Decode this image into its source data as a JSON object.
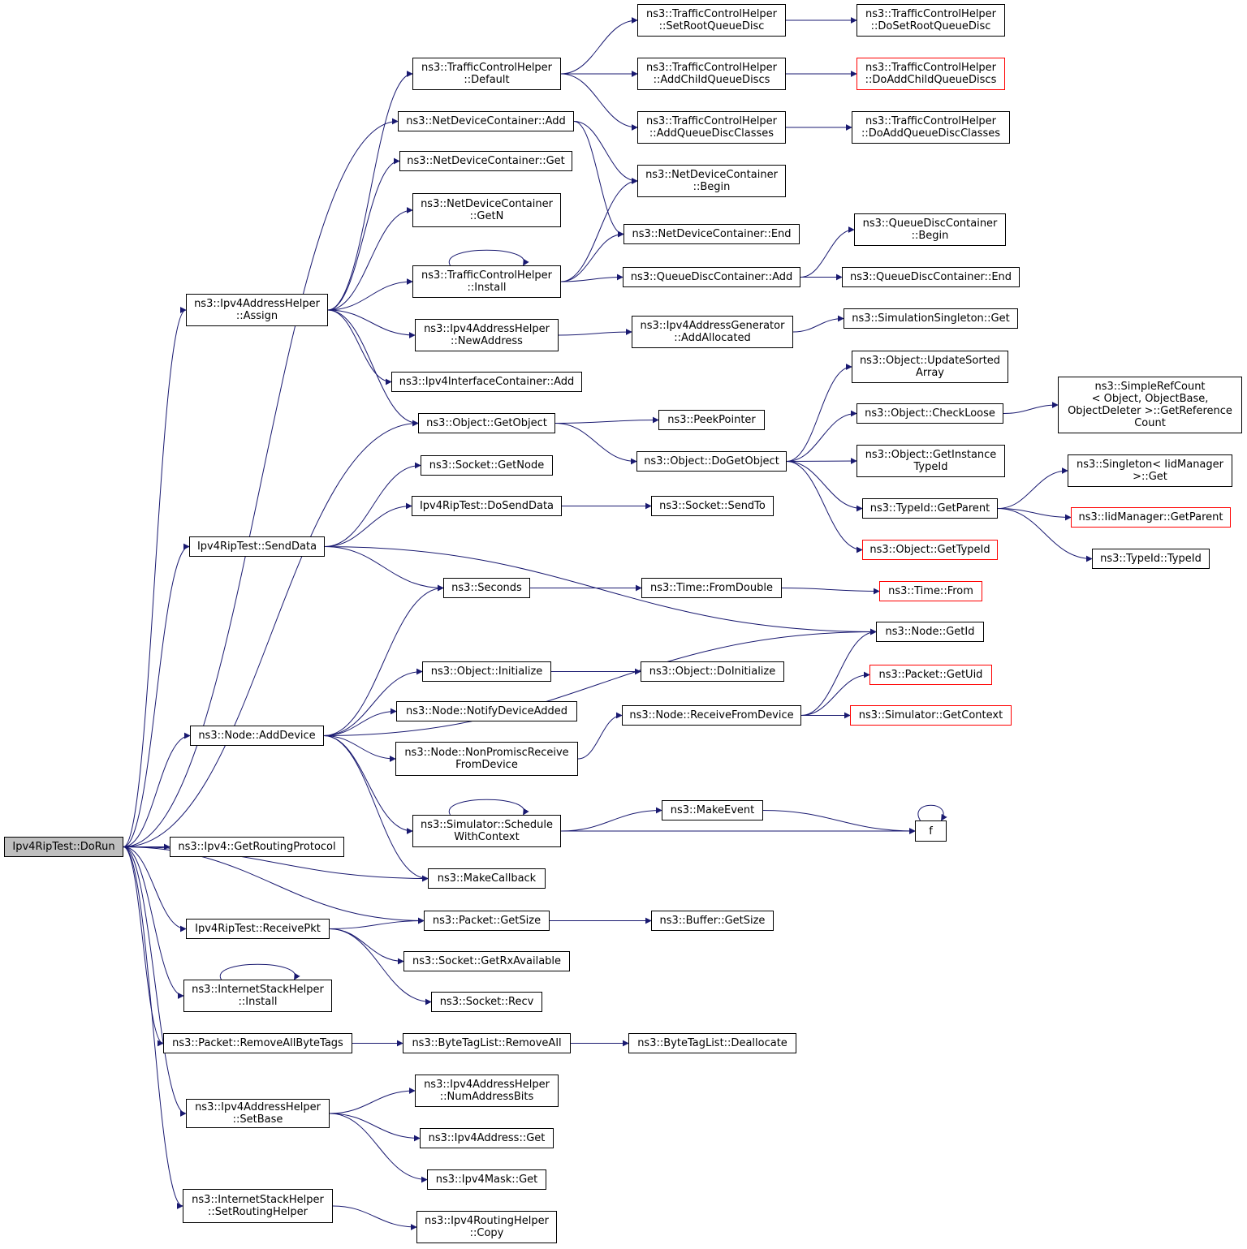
{
  "colors": {
    "edge": "#191970",
    "border": "#000000",
    "truncated_border": "#ff0000",
    "root_fill": "#bfbfbf",
    "node_fill": "#ffffff"
  },
  "nodes": [
    {
      "id": "dorun",
      "lines": [
        "Ipv4RipTest::DoRun"
      ],
      "root": true
    },
    {
      "id": "assign",
      "lines": [
        "ns3::Ipv4AddressHelper",
        "::Assign"
      ]
    },
    {
      "id": "senddata",
      "lines": [
        "Ipv4RipTest::SendData"
      ]
    },
    {
      "id": "adddevice",
      "lines": [
        "ns3::Node::AddDevice"
      ]
    },
    {
      "id": "getrouting",
      "lines": [
        "ns3::Ipv4::GetRoutingProtocol"
      ]
    },
    {
      "id": "makecallback",
      "lines": [
        "ns3::MakeCallback"
      ]
    },
    {
      "id": "receivepkt",
      "lines": [
        "Ipv4RipTest::ReceivePkt"
      ]
    },
    {
      "id": "ishinstall",
      "lines": [
        "ns3::InternetStackHelper",
        "::Install"
      ]
    },
    {
      "id": "removetags",
      "lines": [
        "ns3::Packet::RemoveAllByteTags"
      ]
    },
    {
      "id": "setbase",
      "lines": [
        "ns3::Ipv4AddressHelper",
        "::SetBase"
      ]
    },
    {
      "id": "setrouting",
      "lines": [
        "ns3::InternetStackHelper",
        "::SetRoutingHelper"
      ]
    },
    {
      "id": "tchdefault",
      "lines": [
        "ns3::TrafficControlHelper",
        "::Default"
      ]
    },
    {
      "id": "ndcadd",
      "lines": [
        "ns3::NetDeviceContainer::Add"
      ]
    },
    {
      "id": "ndcget",
      "lines": [
        "ns3::NetDeviceContainer::Get"
      ]
    },
    {
      "id": "ndcgetn",
      "lines": [
        "ns3::NetDeviceContainer",
        "::GetN"
      ]
    },
    {
      "id": "tchinstall",
      "lines": [
        "ns3::TrafficControlHelper",
        "::Install"
      ]
    },
    {
      "id": "newaddress",
      "lines": [
        "ns3::Ipv4AddressHelper",
        "::NewAddress"
      ]
    },
    {
      "id": "iicadd",
      "lines": [
        "ns3::Ipv4InterfaceContainer::Add"
      ]
    },
    {
      "id": "getobject",
      "lines": [
        "ns3::Object::GetObject"
      ]
    },
    {
      "id": "getnode",
      "lines": [
        "ns3::Socket::GetNode"
      ]
    },
    {
      "id": "dosenddata",
      "lines": [
        "Ipv4RipTest::DoSendData"
      ]
    },
    {
      "id": "seconds",
      "lines": [
        "ns3::Seconds"
      ]
    },
    {
      "id": "initialize",
      "lines": [
        "ns3::Object::Initialize"
      ]
    },
    {
      "id": "notifydevice",
      "lines": [
        "ns3::Node::NotifyDeviceAdded"
      ]
    },
    {
      "id": "nonpromisc",
      "lines": [
        "ns3::Node::NonPromiscReceive",
        "FromDevice"
      ]
    },
    {
      "id": "schedulectx",
      "lines": [
        "ns3::Simulator::Schedule",
        "WithContext"
      ]
    },
    {
      "id": "pktgetsize",
      "lines": [
        "ns3::Packet::GetSize"
      ]
    },
    {
      "id": "rxavail",
      "lines": [
        "ns3::Socket::GetRxAvailable"
      ]
    },
    {
      "id": "recv",
      "lines": [
        "ns3::Socket::Recv"
      ]
    },
    {
      "id": "btlremoveall",
      "lines": [
        "ns3::ByteTagList::RemoveAll"
      ]
    },
    {
      "id": "numaddrbits",
      "lines": [
        "ns3::Ipv4AddressHelper",
        "::NumAddressBits"
      ]
    },
    {
      "id": "ipv4addrget",
      "lines": [
        "ns3::Ipv4Address::Get"
      ]
    },
    {
      "id": "ipv4maskget",
      "lines": [
        "ns3::Ipv4Mask::Get"
      ]
    },
    {
      "id": "routingcopy",
      "lines": [
        "ns3::Ipv4RoutingHelper",
        "::Copy"
      ]
    },
    {
      "id": "setrootqd",
      "lines": [
        "ns3::TrafficControlHelper",
        "::SetRootQueueDisc"
      ]
    },
    {
      "id": "addchildqd",
      "lines": [
        "ns3::TrafficControlHelper",
        "::AddChildQueueDiscs"
      ]
    },
    {
      "id": "addqdclasses",
      "lines": [
        "ns3::TrafficControlHelper",
        "::AddQueueDiscClasses"
      ]
    },
    {
      "id": "ndcbegin",
      "lines": [
        "ns3::NetDeviceContainer",
        "::Begin"
      ]
    },
    {
      "id": "ndcend",
      "lines": [
        "ns3::NetDeviceContainer::End"
      ]
    },
    {
      "id": "qdcadd",
      "lines": [
        "ns3::QueueDiscContainer::Add"
      ]
    },
    {
      "id": "addallocated",
      "lines": [
        "ns3::Ipv4AddressGenerator",
        "::AddAllocated"
      ]
    },
    {
      "id": "peekpointer",
      "lines": [
        "ns3::PeekPointer"
      ]
    },
    {
      "id": "dogetobject",
      "lines": [
        "ns3::Object::DoGetObject"
      ]
    },
    {
      "id": "sendto",
      "lines": [
        "ns3::Socket::SendTo"
      ]
    },
    {
      "id": "fromdouble",
      "lines": [
        "ns3::Time::FromDouble"
      ]
    },
    {
      "id": "doinitialize",
      "lines": [
        "ns3::Object::DoInitialize"
      ]
    },
    {
      "id": "receivefromdev",
      "lines": [
        "ns3::Node::ReceiveFromDevice"
      ]
    },
    {
      "id": "makeevent",
      "lines": [
        "ns3::MakeEvent"
      ]
    },
    {
      "id": "buffergetsize",
      "lines": [
        "ns3::Buffer::GetSize"
      ]
    },
    {
      "id": "btldealloc",
      "lines": [
        "ns3::ByteTagList::Deallocate"
      ]
    },
    {
      "id": "dosetrootqd",
      "lines": [
        "ns3::TrafficControlHelper",
        "::DoSetRootQueueDisc"
      ]
    },
    {
      "id": "doaddchildqd",
      "lines": [
        "ns3::TrafficControlHelper",
        "::DoAddChildQueueDiscs"
      ],
      "truncated": true
    },
    {
      "id": "doaddqdclasses",
      "lines": [
        "ns3::TrafficControlHelper",
        "::DoAddQueueDiscClasses"
      ]
    },
    {
      "id": "qdcbegin",
      "lines": [
        "ns3::QueueDiscContainer",
        "::Begin"
      ]
    },
    {
      "id": "qdcend",
      "lines": [
        "ns3::QueueDiscContainer::End"
      ]
    },
    {
      "id": "simsingleton",
      "lines": [
        "ns3::SimulationSingleton::Get"
      ]
    },
    {
      "id": "updatesorted",
      "lines": [
        "ns3::Object::UpdateSorted",
        "Array"
      ]
    },
    {
      "id": "checkloose",
      "lines": [
        "ns3::Object::CheckLoose"
      ]
    },
    {
      "id": "getinstance",
      "lines": [
        "ns3::Object::GetInstance",
        "TypeId"
      ]
    },
    {
      "id": "typeidgetparent",
      "lines": [
        "ns3::TypeId::GetParent"
      ]
    },
    {
      "id": "objgettypeid",
      "lines": [
        "ns3::Object::GetTypeId"
      ],
      "truncated": true
    },
    {
      "id": "simplerefcount",
      "lines": [
        "ns3::SimpleRefCount",
        "< Object, ObjectBase,",
        "ObjectDeleter >::GetReference",
        "Count"
      ]
    },
    {
      "id": "singletonget",
      "lines": [
        "ns3::Singleton< IidManager",
        ">::Get"
      ]
    },
    {
      "id": "iidgetparent",
      "lines": [
        "ns3::IidManager::GetParent"
      ],
      "truncated": true
    },
    {
      "id": "typeidtypeid",
      "lines": [
        "ns3::TypeId::TypeId"
      ]
    },
    {
      "id": "timefrom",
      "lines": [
        "ns3::Time::From"
      ],
      "truncated": true
    },
    {
      "id": "nodegetid",
      "lines": [
        "ns3::Node::GetId"
      ]
    },
    {
      "id": "pktgetuid",
      "lines": [
        "ns3::Packet::GetUid"
      ],
      "truncated": true
    },
    {
      "id": "getcontext",
      "lines": [
        "ns3::Simulator::GetContext"
      ],
      "truncated": true
    },
    {
      "id": "f",
      "lines": [
        "f"
      ]
    }
  ],
  "edges": [
    [
      "dorun",
      "assign"
    ],
    [
      "dorun",
      "ndcadd"
    ],
    [
      "dorun",
      "getobject"
    ],
    [
      "dorun",
      "senddata"
    ],
    [
      "dorun",
      "adddevice"
    ],
    [
      "dorun",
      "getrouting"
    ],
    [
      "dorun",
      "makecallback"
    ],
    [
      "dorun",
      "pktgetsize"
    ],
    [
      "dorun",
      "receivepkt"
    ],
    [
      "dorun",
      "ishinstall"
    ],
    [
      "dorun",
      "removetags"
    ],
    [
      "dorun",
      "setbase"
    ],
    [
      "dorun",
      "setrouting"
    ],
    [
      "assign",
      "tchdefault"
    ],
    [
      "assign",
      "ndcget"
    ],
    [
      "assign",
      "ndcgetn"
    ],
    [
      "assign",
      "tchinstall"
    ],
    [
      "assign",
      "newaddress"
    ],
    [
      "assign",
      "iicadd"
    ],
    [
      "assign",
      "getobject"
    ],
    [
      "tchdefault",
      "setrootqd"
    ],
    [
      "tchdefault",
      "addchildqd"
    ],
    [
      "tchdefault",
      "addqdclasses"
    ],
    [
      "setrootqd",
      "dosetrootqd"
    ],
    [
      "addchildqd",
      "doaddchildqd"
    ],
    [
      "addqdclasses",
      "doaddqdclasses"
    ],
    [
      "ndcadd",
      "ndcbegin"
    ],
    [
      "ndcadd",
      "ndcend"
    ],
    [
      "tchinstall",
      "tchinstall"
    ],
    [
      "tchinstall",
      "ndcbegin"
    ],
    [
      "tchinstall",
      "ndcend"
    ],
    [
      "tchinstall",
      "qdcadd"
    ],
    [
      "qdcadd",
      "qdcbegin"
    ],
    [
      "qdcadd",
      "qdcend"
    ],
    [
      "newaddress",
      "addallocated"
    ],
    [
      "addallocated",
      "simsingleton"
    ],
    [
      "getobject",
      "peekpointer"
    ],
    [
      "getobject",
      "dogetobject"
    ],
    [
      "dogetobject",
      "updatesorted"
    ],
    [
      "dogetobject",
      "checkloose"
    ],
    [
      "dogetobject",
      "getinstance"
    ],
    [
      "dogetobject",
      "typeidgetparent"
    ],
    [
      "dogetobject",
      "objgettypeid"
    ],
    [
      "checkloose",
      "simplerefcount"
    ],
    [
      "typeidgetparent",
      "singletonget"
    ],
    [
      "typeidgetparent",
      "iidgetparent"
    ],
    [
      "typeidgetparent",
      "typeidtypeid"
    ],
    [
      "senddata",
      "getnode"
    ],
    [
      "senddata",
      "dosenddata"
    ],
    [
      "senddata",
      "nodegetid"
    ],
    [
      "senddata",
      "seconds"
    ],
    [
      "dosenddata",
      "sendto"
    ],
    [
      "seconds",
      "fromdouble"
    ],
    [
      "fromdouble",
      "timefrom"
    ],
    [
      "adddevice",
      "seconds"
    ],
    [
      "adddevice",
      "nodegetid"
    ],
    [
      "adddevice",
      "initialize"
    ],
    [
      "adddevice",
      "notifydevice"
    ],
    [
      "adddevice",
      "nonpromisc"
    ],
    [
      "adddevice",
      "schedulectx"
    ],
    [
      "adddevice",
      "makecallback"
    ],
    [
      "initialize",
      "doinitialize"
    ],
    [
      "nonpromisc",
      "receivefromdev"
    ],
    [
      "receivefromdev",
      "nodegetid"
    ],
    [
      "receivefromdev",
      "pktgetuid"
    ],
    [
      "receivefromdev",
      "getcontext"
    ],
    [
      "schedulectx",
      "schedulectx"
    ],
    [
      "schedulectx",
      "makeevent"
    ],
    [
      "schedulectx",
      "f"
    ],
    [
      "makeevent",
      "f"
    ],
    [
      "f",
      "f"
    ],
    [
      "receivepkt",
      "pktgetsize"
    ],
    [
      "receivepkt",
      "rxavail"
    ],
    [
      "receivepkt",
      "recv"
    ],
    [
      "pktgetsize",
      "buffergetsize"
    ],
    [
      "ishinstall",
      "ishinstall"
    ],
    [
      "removetags",
      "btlremoveall"
    ],
    [
      "btlremoveall",
      "btldealloc"
    ],
    [
      "setbase",
      "numaddrbits"
    ],
    [
      "setbase",
      "ipv4addrget"
    ],
    [
      "setbase",
      "ipv4maskget"
    ],
    [
      "setrouting",
      "routingcopy"
    ]
  ]
}
